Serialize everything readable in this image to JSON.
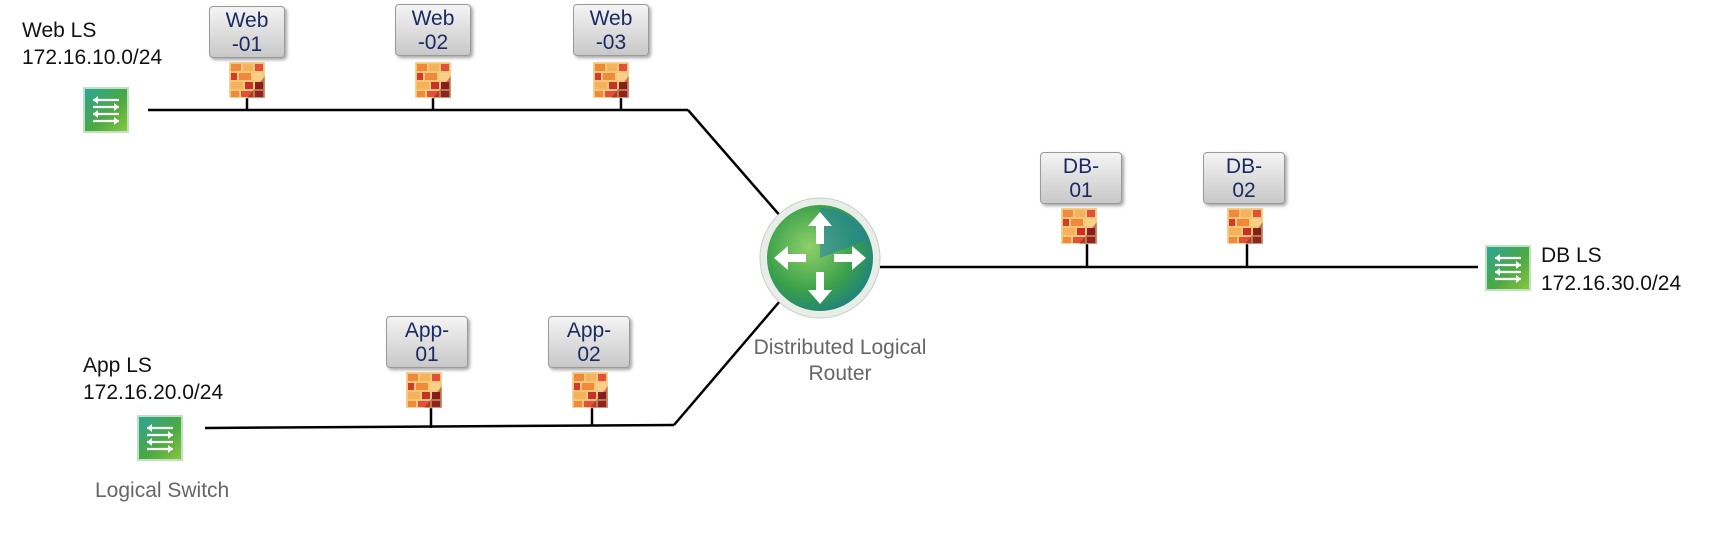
{
  "web_ls": {
    "name": "Web LS",
    "subnet": "172.16.10.0/24"
  },
  "app_ls": {
    "name": "App LS",
    "subnet": "172.16.20.0/24"
  },
  "db_ls": {
    "name": "DB LS",
    "subnet": "172.16.30.0/24"
  },
  "logical_switch_caption": "Logical Switch",
  "router": {
    "line1": "Distributed Logical",
    "line2": "Router"
  },
  "vms": {
    "web01": {
      "line1": "Web",
      "line2": "-01"
    },
    "web02": {
      "line1": "Web",
      "line2": "-02"
    },
    "web03": {
      "line1": "Web",
      "line2": "-03"
    },
    "app01": {
      "line1": "App-",
      "line2": "01"
    },
    "app02": {
      "line1": "App-",
      "line2": "02"
    },
    "db01": {
      "line1": "DB-",
      "line2": "01"
    },
    "db02": {
      "line1": "DB-",
      "line2": "02"
    }
  },
  "icons": {
    "switch": "logical-switch-icon",
    "router": "router-icon",
    "firewall": "firewall-icon"
  },
  "colors": {
    "vm_text": "#1b2a63",
    "line": "#000000",
    "caption_gray": "#666666"
  }
}
